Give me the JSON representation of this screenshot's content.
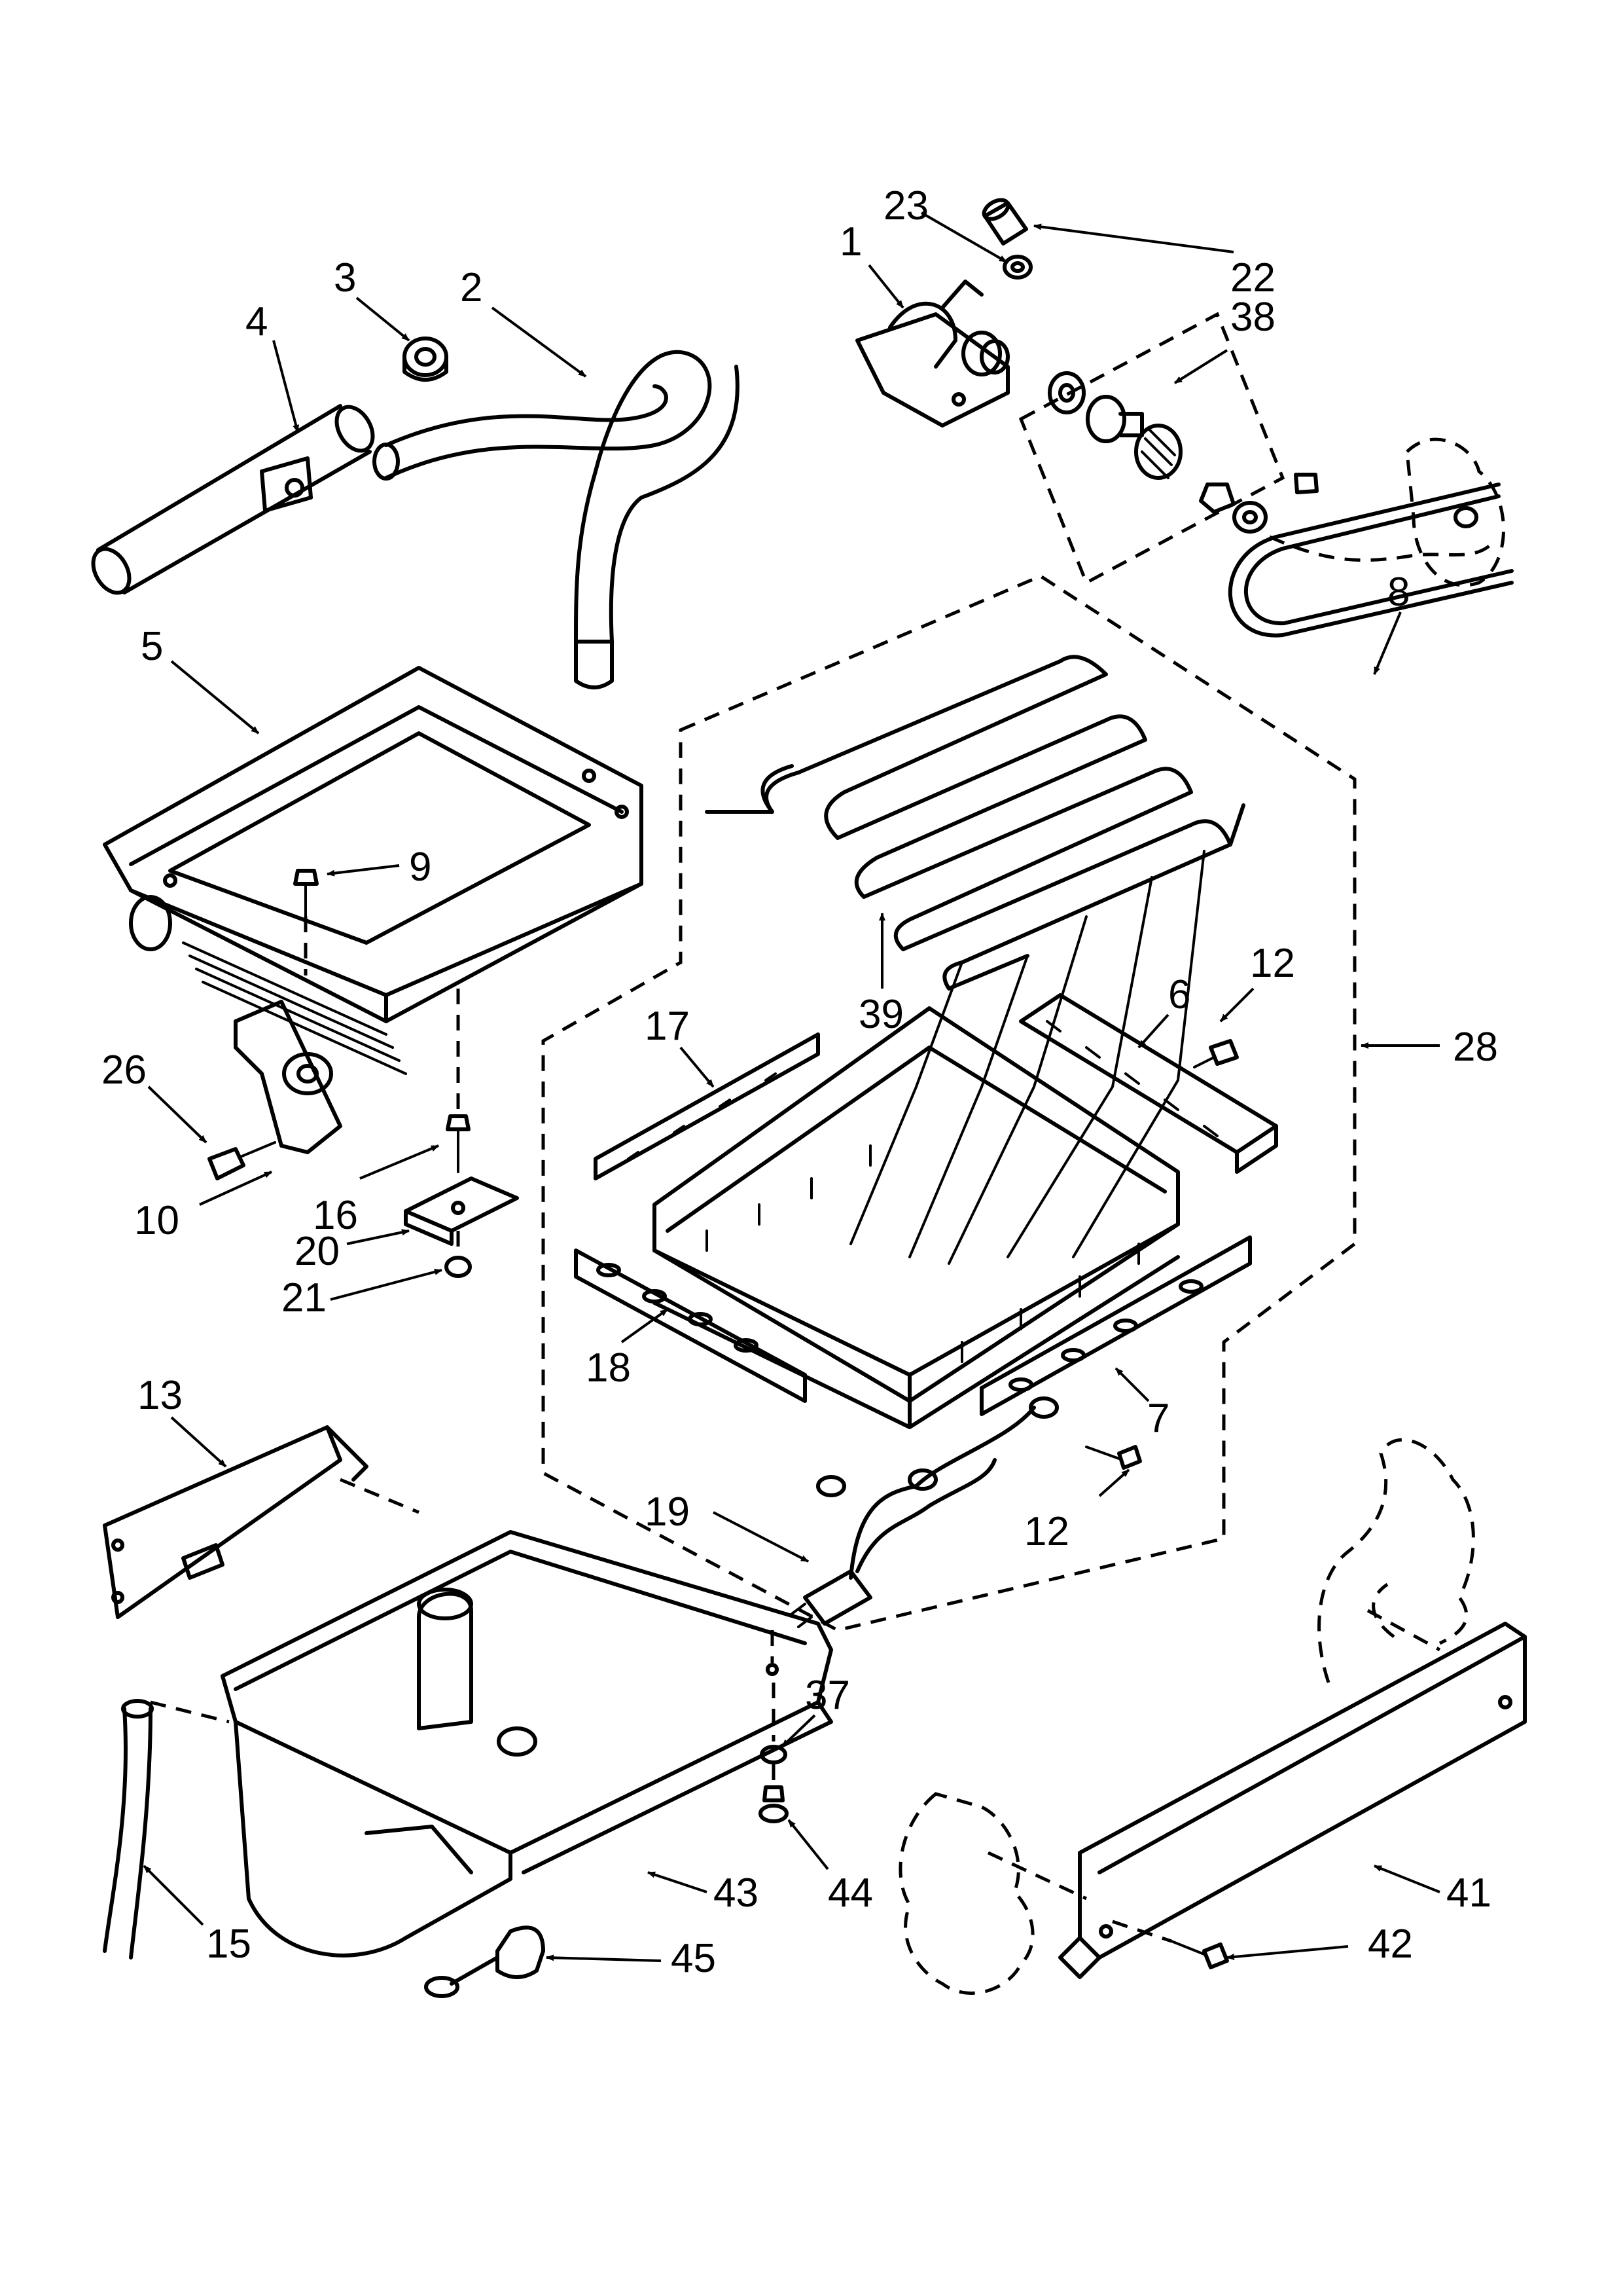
{
  "callouts": {
    "c1": "1",
    "c2": "2",
    "c3": "3",
    "c4": "4",
    "c5": "5",
    "c6": "6",
    "c7": "7",
    "c8": "8",
    "c9": "9",
    "c10": "10",
    "c12a": "12",
    "c12b": "12",
    "c13": "13",
    "c15": "15",
    "c16": "16",
    "c17": "17",
    "c18": "18",
    "c19": "19",
    "c20": "20",
    "c21": "21",
    "c22": "22",
    "c23": "23",
    "c26": "26",
    "c28": "28",
    "c37": "37",
    "c38": "38",
    "c39": "39",
    "c41": "41",
    "c42": "42",
    "c43": "43",
    "c44": "44",
    "c45": "45"
  }
}
